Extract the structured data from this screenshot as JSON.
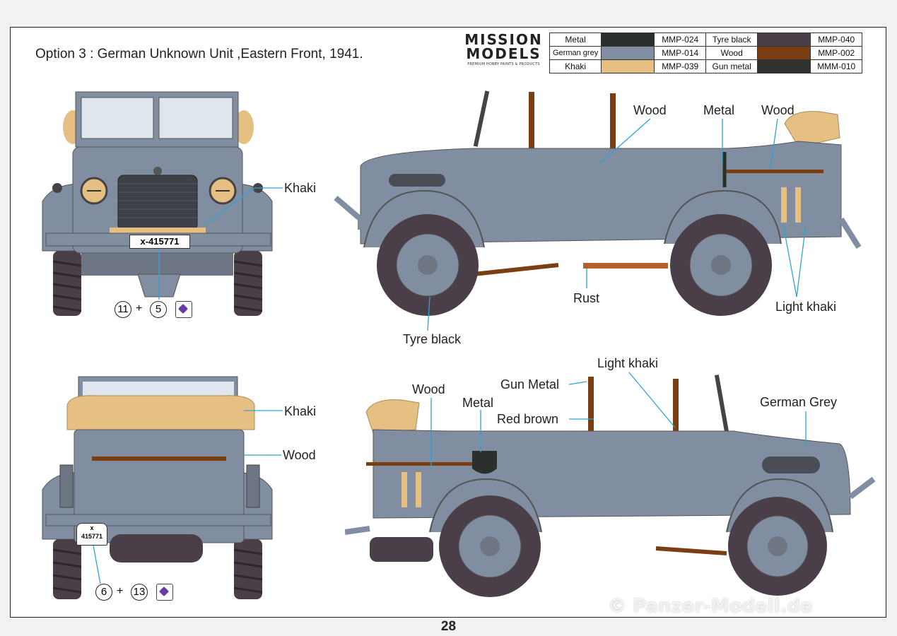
{
  "title": "Option 3 : German Unknown Unit ,Eastern Front, 1941.",
  "brand": {
    "line1": "MISSION",
    "line2": "MODELS",
    "tagline": "PREMIUM HOBBY PAINTS & PRODUCTS"
  },
  "paints": [
    {
      "name": "Metal",
      "color": "#2c302c",
      "code": "MMP-024"
    },
    {
      "name": "German grey",
      "color": "#818da0",
      "code": "MMP-014"
    },
    {
      "name": "Khaki",
      "color": "#e6bf82",
      "code": "MMP-039"
    },
    {
      "name": "Tyre black",
      "color": "#4a3f48",
      "code": "MMP-040"
    },
    {
      "name": "Wood",
      "color": "#7a3e12",
      "code": "MMP-002"
    },
    {
      "name": "Gun metal",
      "color": "#2f322f",
      "code": "MMM-010"
    }
  ],
  "front": {
    "plate": "х-415771",
    "khaki": "Khaki",
    "decal_a": "11",
    "decal_b": "5"
  },
  "rear": {
    "plate_top": "х",
    "plate_num": "415771",
    "khaki": "Khaki",
    "wood": "Wood",
    "decal_a": "6",
    "decal_b": "13"
  },
  "right_side": {
    "wood1": "Wood",
    "metal": "Metal",
    "wood2": "Wood",
    "rust": "Rust",
    "light_khaki": "Light khaki",
    "tyre_black": "Tyre black"
  },
  "left_side": {
    "wood": "Wood",
    "metal": "Metal",
    "gun_metal": "Gun Metal",
    "red_brown": "Red brown",
    "light_khaki": "Light khaki",
    "german_grey": "German Grey"
  },
  "page_number": "28",
  "watermark": "© Panzer-Modell.de"
}
